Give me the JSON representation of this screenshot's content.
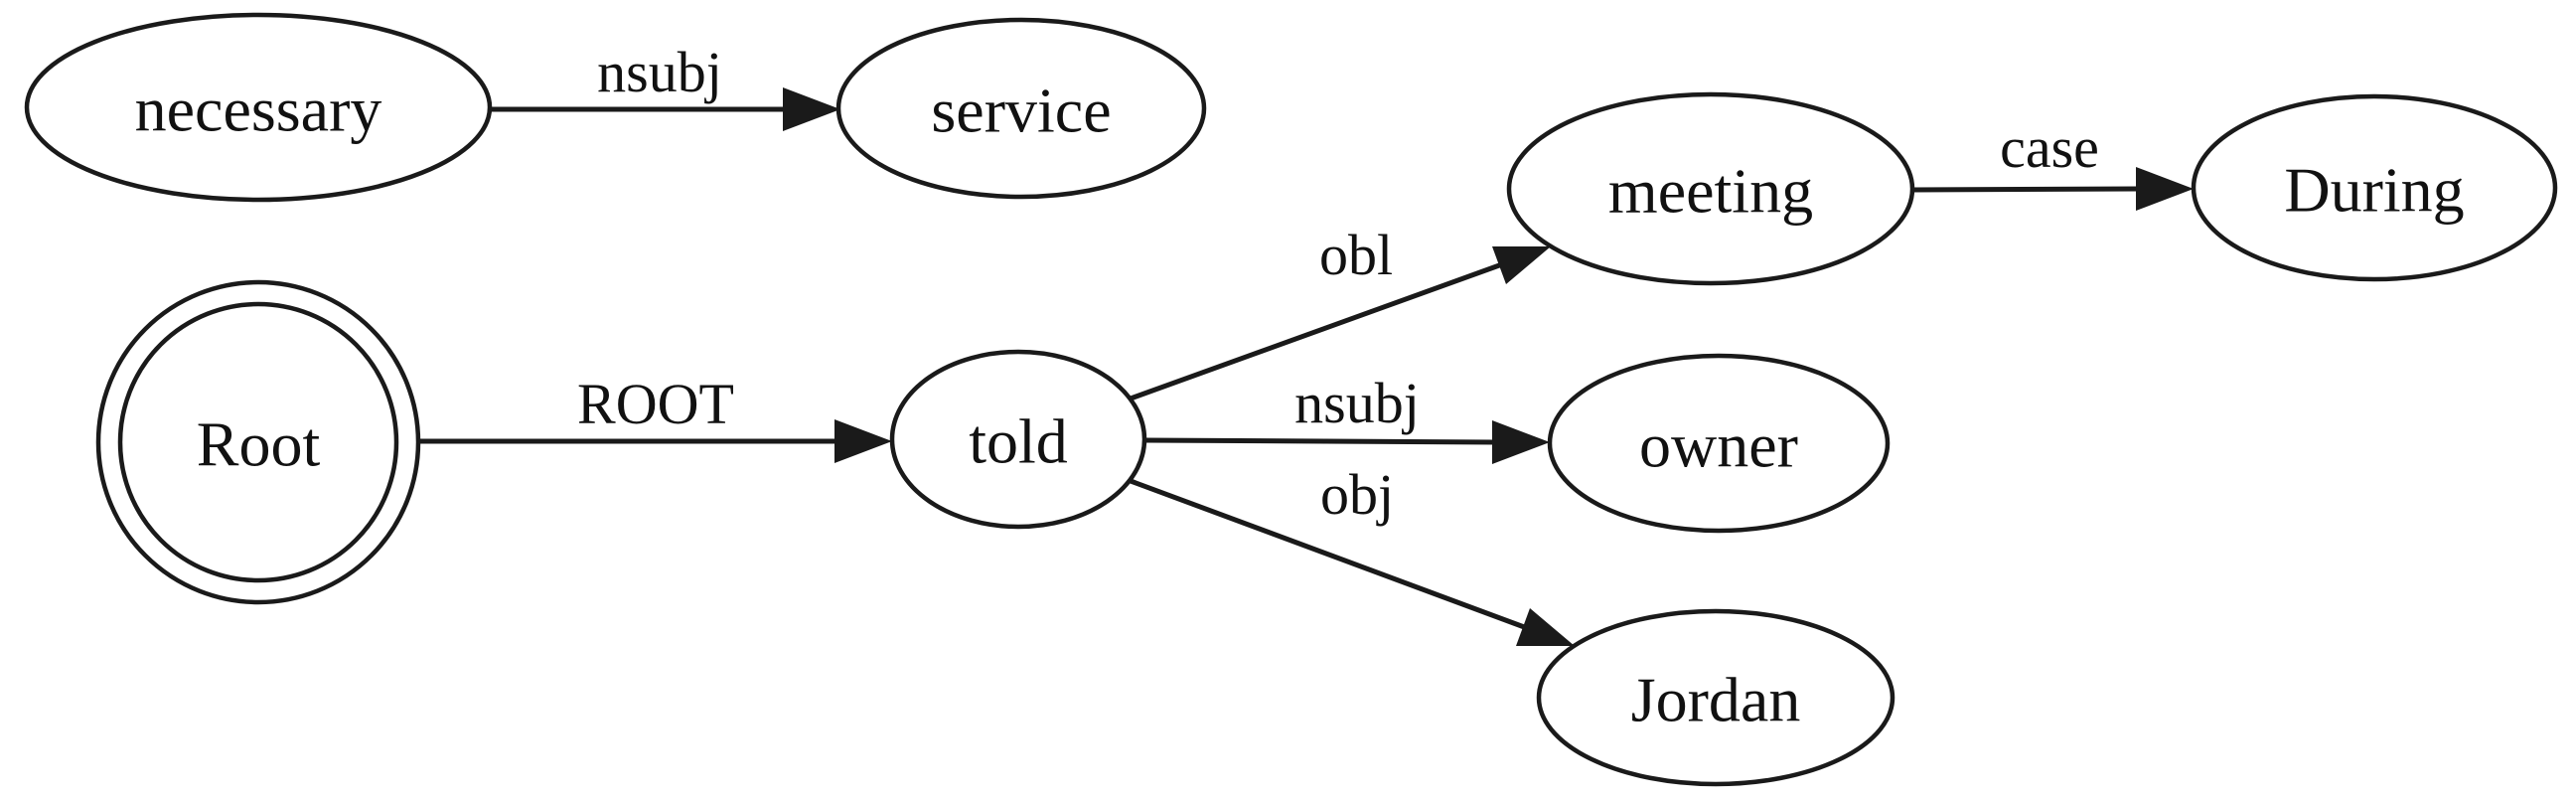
{
  "diagram": {
    "type": "dependency-parse-graph",
    "colors": {
      "background": "#ffffff",
      "ink": "#1a1a1a",
      "text": "#111111"
    },
    "nodes": [
      {
        "id": "necessary",
        "label": "necessary",
        "shape": "ellipse"
      },
      {
        "id": "service",
        "label": "service",
        "shape": "ellipse"
      },
      {
        "id": "root",
        "label": "Root",
        "shape": "double-circle"
      },
      {
        "id": "told",
        "label": "told",
        "shape": "ellipse"
      },
      {
        "id": "meeting",
        "label": "meeting",
        "shape": "ellipse"
      },
      {
        "id": "during",
        "label": "During",
        "shape": "ellipse"
      },
      {
        "id": "owner",
        "label": "owner",
        "shape": "ellipse"
      },
      {
        "id": "jordan",
        "label": "Jordan",
        "shape": "ellipse"
      }
    ],
    "edges": [
      {
        "from": "necessary",
        "to": "service",
        "label": "nsubj"
      },
      {
        "from": "root",
        "to": "told",
        "label": "ROOT"
      },
      {
        "from": "told",
        "to": "meeting",
        "label": "obl"
      },
      {
        "from": "told",
        "to": "owner",
        "label": "nsubj"
      },
      {
        "from": "told",
        "to": "jordan",
        "label": "obj"
      },
      {
        "from": "meeting",
        "to": "during",
        "label": "case"
      }
    ]
  }
}
